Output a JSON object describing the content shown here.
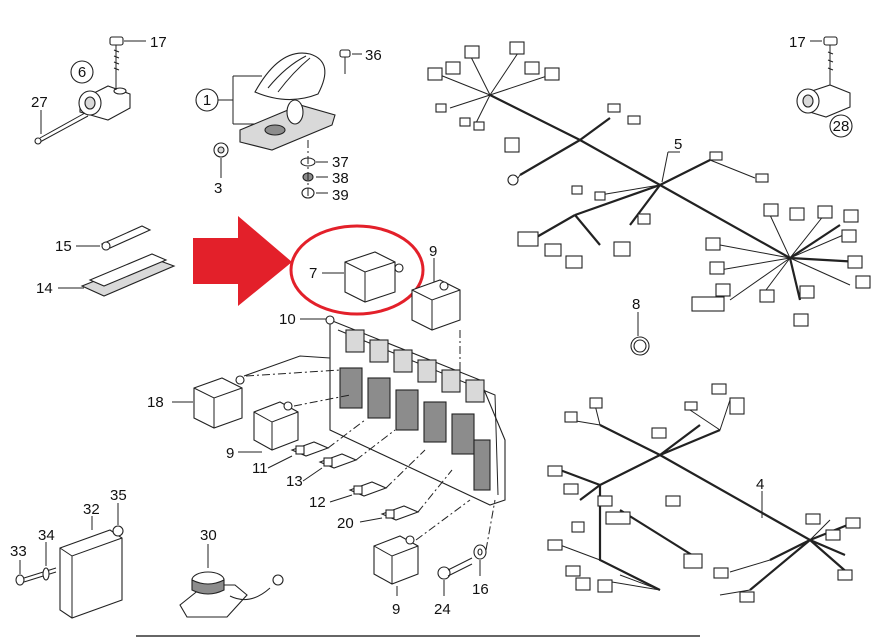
{
  "diagram": {
    "labels": {
      "l1": "1",
      "l3": "3",
      "l4": "4",
      "l5": "5",
      "l6": "6",
      "l7": "7",
      "l8": "8",
      "l9a": "9",
      "l9b": "9",
      "l9c": "9",
      "l10": "10",
      "l11": "11",
      "l12": "12",
      "l13": "13",
      "l14": "14",
      "l15": "15",
      "l16": "16",
      "l17a": "17",
      "l17b": "17",
      "l18": "18",
      "l20": "20",
      "l24": "24",
      "l27": "27",
      "l28": "28",
      "l30": "30",
      "l32": "32",
      "l33": "33",
      "l34": "34",
      "l35": "35",
      "l36": "36",
      "l37": "37",
      "l38": "38",
      "l39": "39"
    },
    "colors": {
      "highlight": "#e3202a",
      "line": "#222222"
    }
  }
}
